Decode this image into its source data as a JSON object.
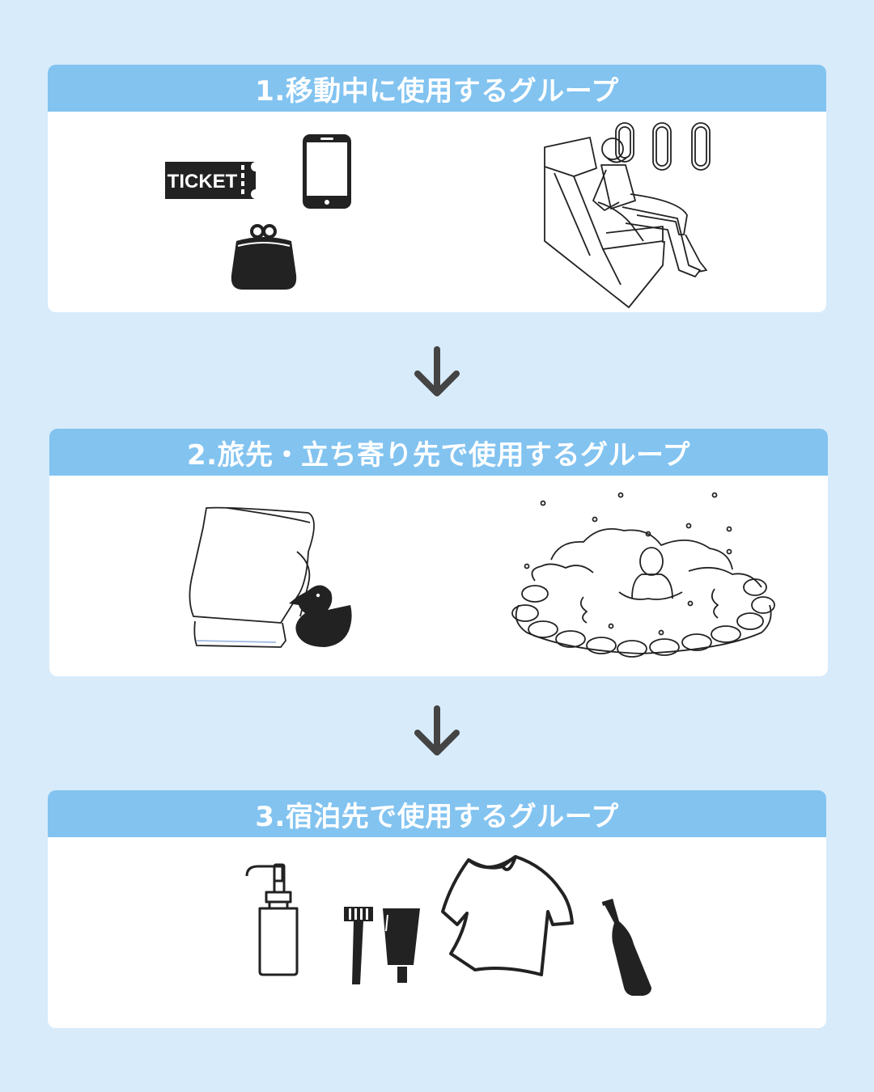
{
  "colors": {
    "background": "#d8ebfa",
    "header": "#82c3f0",
    "card": "#ffffff",
    "ink": "#222222"
  },
  "sections": [
    {
      "title": "1.移動中に使用するグループ",
      "ticket_text": "TICKET",
      "icons": [
        "ticket-icon",
        "smartphone-icon",
        "coin-purse-icon",
        "airplane-seat-illustration"
      ]
    },
    {
      "title": "2.旅先・立ち寄り先で使用するグループ",
      "icons": [
        "towel-icon",
        "rubber-duck-icon",
        "hot-spring-illustration"
      ]
    },
    {
      "title": "3.宿泊先で使用するグループ",
      "icons": [
        "pump-bottle-icon",
        "toothbrush-icon",
        "toothpaste-icon",
        "tshirt-icon",
        "bottle-icon"
      ]
    }
  ],
  "arrows": [
    "arrow-down-icon",
    "arrow-down-icon"
  ]
}
